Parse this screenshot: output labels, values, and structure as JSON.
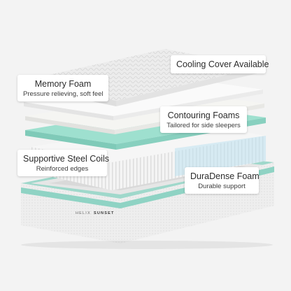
{
  "callouts": {
    "cooling": {
      "title": "Cooling Cover Available"
    },
    "memory": {
      "title": "Memory Foam",
      "subtitle": "Pressure relieving, soft feel"
    },
    "contouring": {
      "title": "Contouring Foams",
      "subtitle": "Tailored for side sleepers"
    },
    "coils": {
      "title": "Supportive Steel Coils",
      "subtitle": "Reinforced edges"
    },
    "duradense": {
      "title": "DuraDense Foam",
      "subtitle": "Durable support"
    }
  },
  "brand": {
    "first": "HELIX",
    "second": "SUNSET"
  },
  "colors": {
    "background": "#f3f3f3",
    "teal": "#8fd3c4",
    "foam": "#f7f7f5",
    "quilt": "#e9e9e9"
  }
}
